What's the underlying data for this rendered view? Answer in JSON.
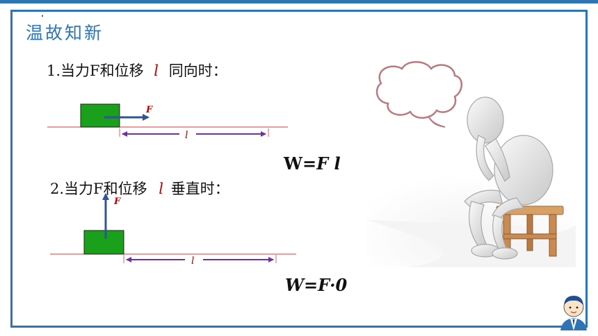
{
  "title": "温故知新",
  "item1": {
    "prefix": "1.当力F和位移",
    "symbol": "l",
    "suffix": "同向时："
  },
  "item2": {
    "prefix": "2.当力F和位移",
    "symbol": "l",
    "suffix": "垂直时："
  },
  "diagram1": {
    "force_label": "F",
    "displacement_label": "l"
  },
  "diagram2": {
    "force_label": "F",
    "displacement_label": "l"
  },
  "formula1": {
    "w": "W=",
    "expr": "F l"
  },
  "formula2": {
    "w": "W=",
    "expr": "F·0"
  },
  "colors": {
    "frame": "#2e75b6",
    "block": "#1aa01a",
    "arrow": "#2f5597",
    "ground": "#e06060",
    "dimension": "#7030a0",
    "symbol": "#c00000"
  }
}
